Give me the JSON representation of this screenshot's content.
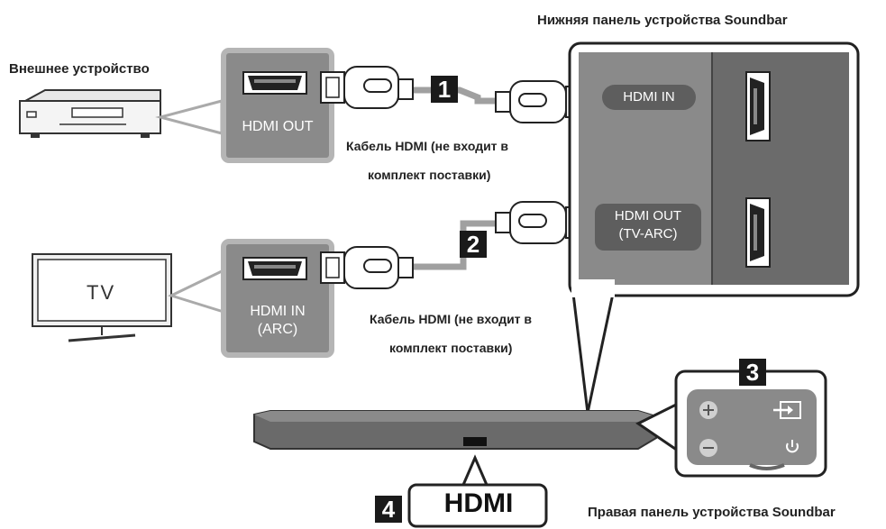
{
  "labels": {
    "bottom_panel": "Нижняя панель устройства Soundbar",
    "external_device": "Внешнее устройство",
    "tv_screen_text": "TV",
    "cable1_line1": "Кабель HDMI (не входит в",
    "cable1_line2": "комплект поставки)",
    "cable2_line1": "Кабель HDMI (не входит в",
    "cable2_line2": "комплект поставки)",
    "right_panel": "Правая панель устройства Soundbar",
    "hdmi_logo": "HDMI"
  },
  "ports": {
    "device_out": "HDMI OUT",
    "tv_in_line1": "HDMI IN",
    "tv_in_line2": "(ARC)",
    "soundbar_in": "HDMI IN",
    "soundbar_out_line1": "HDMI OUT",
    "soundbar_out_line2": "(TV-ARC)"
  },
  "steps": [
    "1",
    "2",
    "3",
    "4"
  ],
  "colors": {
    "panel_gray": "#8a8a8a",
    "panel_dark": "#6b6b6b",
    "cable_gray": "#9a9a9a",
    "outline": "#222222"
  }
}
